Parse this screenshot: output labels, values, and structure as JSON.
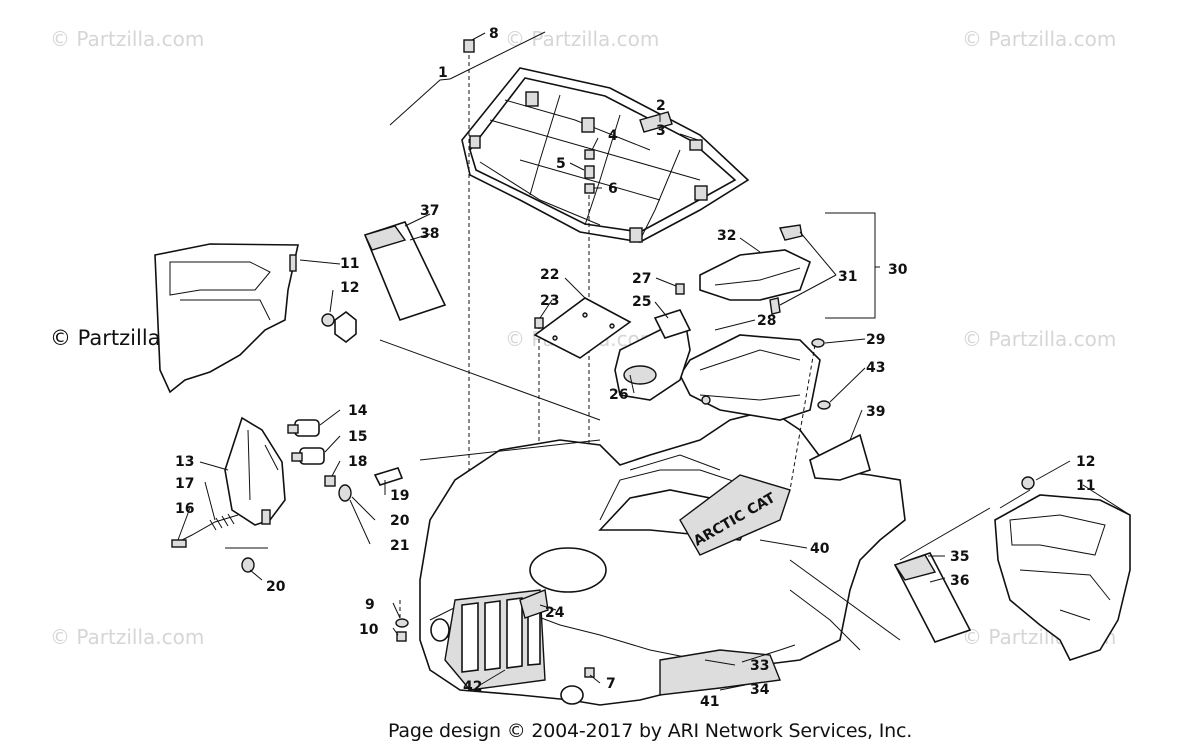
{
  "watermarks": {
    "faint": "© Partzilla.com",
    "dark": "© Partzilla.com"
  },
  "footer": "Page design © 2004-2017 by ARI Network Services, Inc.",
  "logo_text": "ARCTIC CAT",
  "callouts": {
    "c1": "1",
    "c2": "2",
    "c3": "3",
    "c4": "4",
    "c5": "5",
    "c6": "6",
    "c7": "7",
    "c8": "8",
    "c9": "9",
    "c10": "10",
    "c11a": "11",
    "c11b": "11",
    "c12a": "12",
    "c12b": "12",
    "c13": "13",
    "c14": "14",
    "c15": "15",
    "c16": "16",
    "c17": "17",
    "c18": "18",
    "c19": "19",
    "c20a": "20",
    "c20b": "20",
    "c21": "21",
    "c22": "22",
    "c23": "23",
    "c24": "24",
    "c25": "25",
    "c26": "26",
    "c27": "27",
    "c28": "28",
    "c29": "29",
    "c30": "30",
    "c31": "31",
    "c32": "32",
    "c33": "33",
    "c34": "34",
    "c35": "35",
    "c36": "36",
    "c37": "37",
    "c38": "38",
    "c39": "39",
    "c40": "40",
    "c41": "41",
    "c42": "42",
    "c43": "43"
  }
}
